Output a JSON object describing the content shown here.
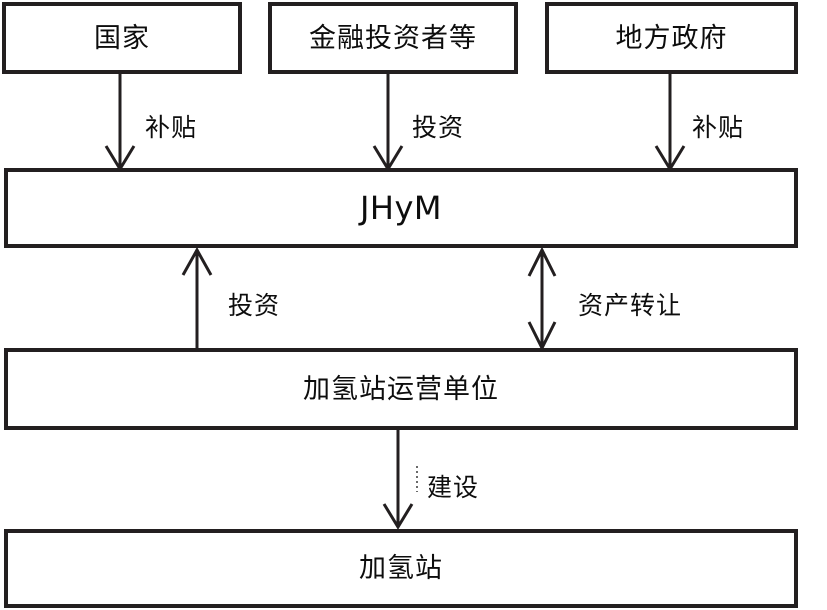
{
  "diagram": {
    "title": "JHyM hydrogen refueling station funding and construction structure",
    "colors": {
      "box_border": "#231f20",
      "box_fill": "#ffffff",
      "arrow": "#231f20",
      "text": "#0d0d0d",
      "background": "#ffffff"
    },
    "nodes": [
      {
        "id": "state",
        "label": "国家"
      },
      {
        "id": "financial-investors",
        "label": "金融投资者等"
      },
      {
        "id": "local-government",
        "label": "地方政府"
      },
      {
        "id": "jhym",
        "label": "JHyM"
      },
      {
        "id": "station-operator",
        "label": "加氢站运营单位"
      },
      {
        "id": "hydrogen-station",
        "label": "加氢站"
      }
    ],
    "edges": [
      {
        "id": "state-to-jhym",
        "from": "state",
        "to": "jhym",
        "label": "补贴",
        "direction": "down"
      },
      {
        "id": "investors-to-jhym",
        "from": "financial-investors",
        "to": "jhym",
        "label": "投资",
        "direction": "down"
      },
      {
        "id": "localgov-to-jhym",
        "from": "local-government",
        "to": "jhym",
        "label": "补贴",
        "direction": "down"
      },
      {
        "id": "operator-to-jhym",
        "from": "station-operator",
        "to": "jhym",
        "label": "投资",
        "direction": "up"
      },
      {
        "id": "jhym-operator-assets",
        "from": "jhym",
        "to": "station-operator",
        "label": "资产转让",
        "direction": "both"
      },
      {
        "id": "operator-to-station",
        "from": "station-operator",
        "to": "hydrogen-station",
        "label": "建设",
        "direction": "down"
      }
    ]
  }
}
